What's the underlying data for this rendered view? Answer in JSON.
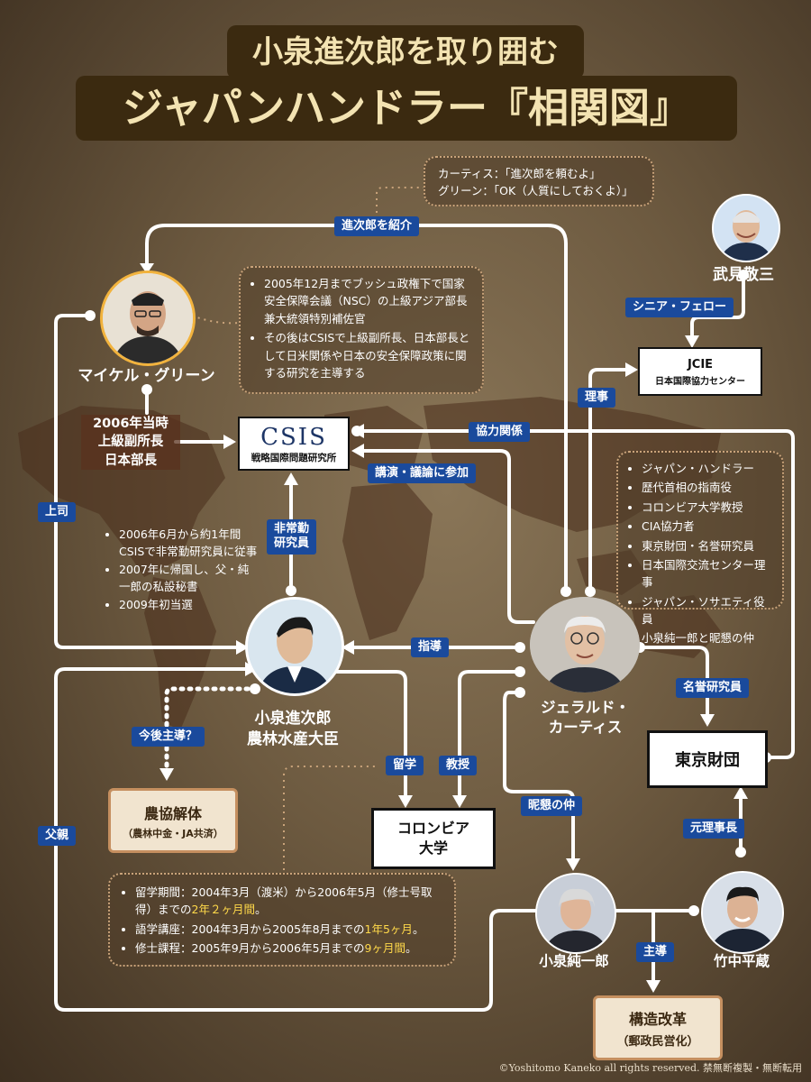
{
  "title": {
    "line1": "小泉進次郎を取り囲む",
    "line2": "ジャパンハンドラー『相関図』"
  },
  "bubbles": {
    "top_quote": [
      "カーティス：「進次郎を頼むよ」",
      "グリーン：「OK（人質にしておくよ）」"
    ],
    "green_bio": [
      "2005年12月までブッシュ政権下で国家安全保障会議（NSC）の上級アジア部長兼大統領特別補佐官",
      "その後はCSISで上級副所長、日本部長として日米関係や日本の安全保障政策に関する研究を主導する"
    ],
    "curtis_bio": [
      "ジャパン・ハンドラー",
      "歴代首相の指南役",
      "コロンビア大学教授",
      "CIA協力者",
      "東京財団・名誉研究員",
      "日本国際交流センター理事",
      "ジャパン・ソサエティ役員",
      "小泉純一郎と昵懇の仲"
    ],
    "shinjiro_bio": [
      "2006年6月から約1年間CSISで非常勤研究員に従事",
      "2007年に帰国し、父・純一郎の私設秘書",
      "2009年初当選"
    ],
    "study": {
      "item1_pre": "留学期間：2004年3月（渡米）から2006年5月（修士号取得）までの",
      "item1_hl": "2年２ヶ月間",
      "item1_post": "。",
      "item2_pre": "語学講座：2004年3月から2005年8月までの",
      "item2_hl": "1年5ヶ月",
      "item2_post": "。",
      "item3_pre": "修士課程：2005年9月から2006年5月までの",
      "item3_hl": "9ヶ月間",
      "item3_post": "。"
    }
  },
  "people": {
    "green": "マイケル・グリーン",
    "green_role": [
      "2006年当時",
      "上級副所長",
      "日本部長"
    ],
    "takemi": "武見敬三",
    "shinjiro": [
      "小泉進次郎",
      "農林水産大臣"
    ],
    "curtis": [
      "ジェラルド・",
      "カーティス"
    ],
    "junichiro": "小泉純一郎",
    "takenaka": "竹中平蔵"
  },
  "boxes": {
    "csis_logo": "CSIS",
    "csis_name": "戦略国際問題研究所",
    "jcie_logo": "JCIE",
    "jcie_name": "日本国際協力センター",
    "tokyo_zaidan": "東京財団",
    "columbia": [
      "コロンビア",
      "大学"
    ],
    "noukyo": [
      "農協解体",
      "（農林中金・JA共済）"
    ],
    "kozo": [
      "構造改革",
      "（郵政民営化）"
    ]
  },
  "tags": {
    "introduce": "進次郎を紹介",
    "senior_fellow": "シニア・フェロー",
    "director": "理事",
    "cooperation": "協力関係",
    "lecture": "講演・議論に参加",
    "parttime": [
      "非常勤",
      "研究員"
    ],
    "boss": "上司",
    "guidance": "指導",
    "honorary": "名誉研究員",
    "future": "今後主導？",
    "study": "留学",
    "professor": "教授",
    "close": "昵懇の仲",
    "father": "父親",
    "lead": "主導",
    "former_chair": "元理事長"
  },
  "copyright": "©Yoshitomo Kaneko all rights reserved. 禁無断複製・無断転用",
  "colors": {
    "tag_blue": "#1a4a9c",
    "title_bg": "#3b2a10",
    "title_text": "#f3e3b2",
    "highlight": "#ffd94a",
    "bubble_border": "#c9a37a"
  }
}
